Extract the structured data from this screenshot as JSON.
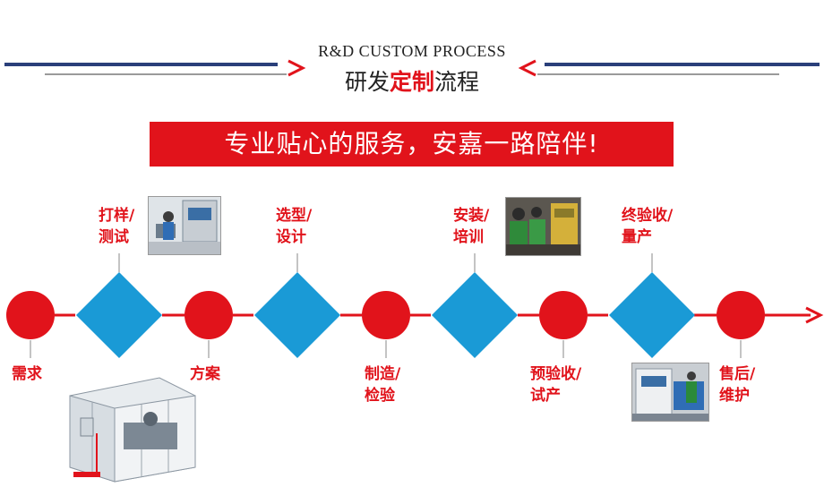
{
  "header": {
    "title_en": "R&D CUSTOM PROCESS",
    "title_cn_pre": "研发",
    "title_cn_highlight": "定制",
    "title_cn_post": "流程"
  },
  "banner": {
    "text": "专业贴心的服务，安嘉一路陪伴!"
  },
  "steps": [
    {
      "line1": "需求",
      "line2": ""
    },
    {
      "line1": "打样/",
      "line2": "测试"
    },
    {
      "line1": "方案",
      "line2": ""
    },
    {
      "line1": "选型/",
      "line2": "设计"
    },
    {
      "line1": "制造/",
      "line2": "检验"
    },
    {
      "line1": "安装/",
      "line2": "培训"
    },
    {
      "line1": "预验收/",
      "line2": "试产"
    },
    {
      "line1": "终验收/",
      "line2": "量产"
    },
    {
      "line1": "售后/",
      "line2": "维护"
    }
  ],
  "colors": {
    "red": "#e1131b",
    "blue": "#1a9ad6",
    "navy": "#2a3f7a",
    "gray": "#9a9a9a"
  }
}
